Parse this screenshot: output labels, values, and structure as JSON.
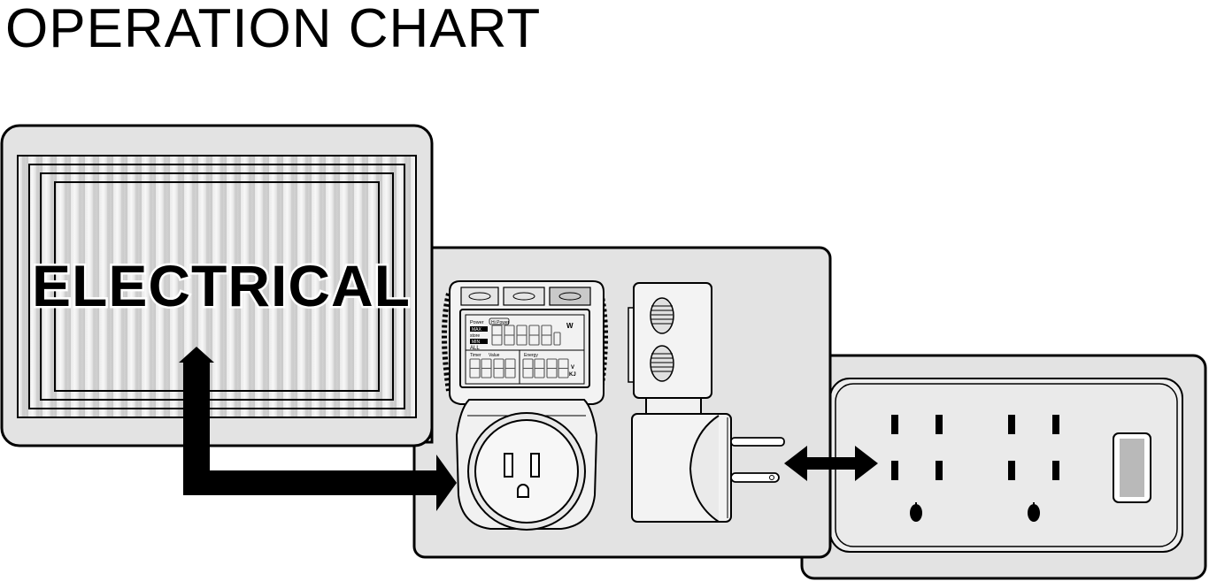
{
  "title": "OPERATION CHART",
  "appliance": {
    "label": "ELECTRICAL"
  },
  "meter": {
    "lcd": {
      "power": "Power",
      "hi_power": "Hi Power",
      "max": "MAX",
      "store": "store",
      "min": "MIN",
      "all": "ALL",
      "timer": "Timer",
      "value": "Value",
      "energy": "Energy",
      "unit_w": "W",
      "unit_v": "V",
      "unit_kj": "KJ"
    }
  },
  "colors": {
    "panel": "#e3e3e3",
    "stroke": "#000000",
    "lcd": "#ececec",
    "switch": "#b9b9b9"
  }
}
